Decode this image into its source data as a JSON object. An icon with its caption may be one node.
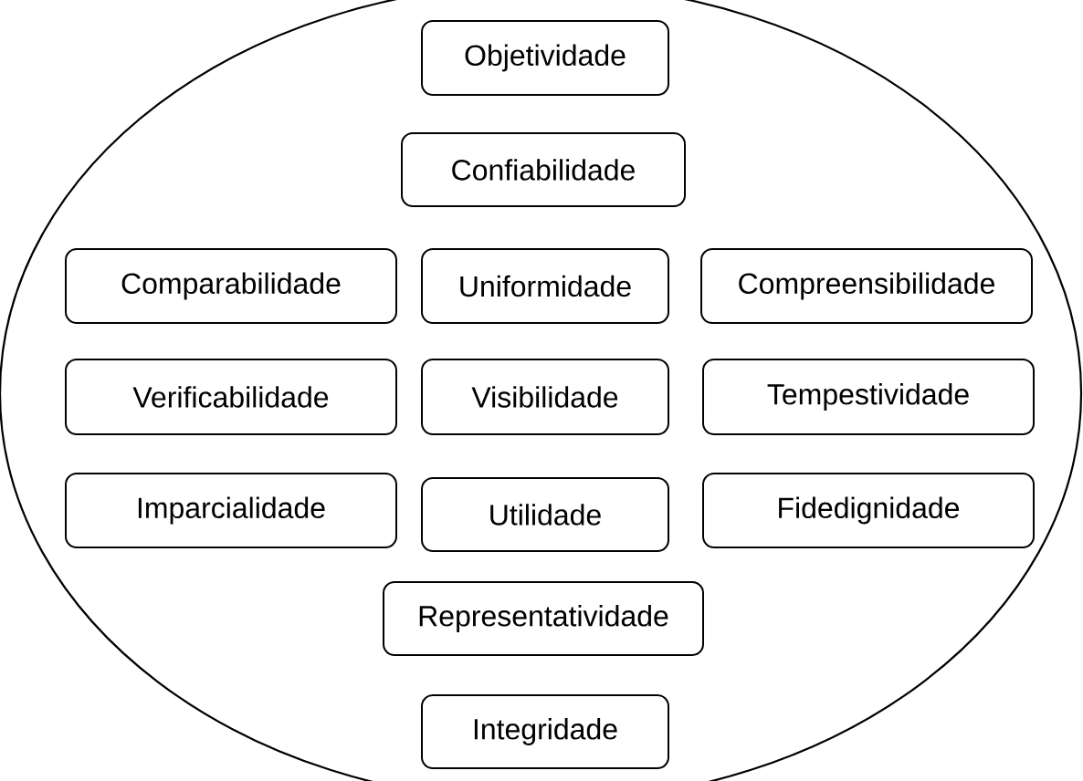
{
  "diagram": {
    "nodes": [
      {
        "text": [],
        "shape": "ellipse"
      },
      {
        "text": [
          "Objetividade"
        ],
        "in": 0
      },
      {
        "text": [
          "Confiabilidade"
        ],
        "in": 0
      },
      {
        "text": [
          "Comparabilidade"
        ],
        "in": 0
      },
      {
        "text": [
          "Uniformidade"
        ],
        "in": 0
      },
      {
        "text": [
          "Compreensibilidade"
        ],
        "in": 0
      },
      {
        "text": [
          "Verificabilidade"
        ],
        "in": 0
      },
      {
        "text": [
          "Visibilidade"
        ],
        "in": 0
      },
      {
        "text": [
          "Tempestividade"
        ],
        "in": 0
      },
      {
        "text": [
          "Imparcialidade"
        ],
        "in": 0
      },
      {
        "text": [
          "Utilidade"
        ],
        "in": 0
      },
      {
        "text": [
          "Fidedignidade"
        ],
        "in": 0
      },
      {
        "text": [
          "Representatividade"
        ],
        "in": 0
      },
      {
        "text": [
          "Integridade"
        ],
        "in": 0
      }
    ]
  }
}
